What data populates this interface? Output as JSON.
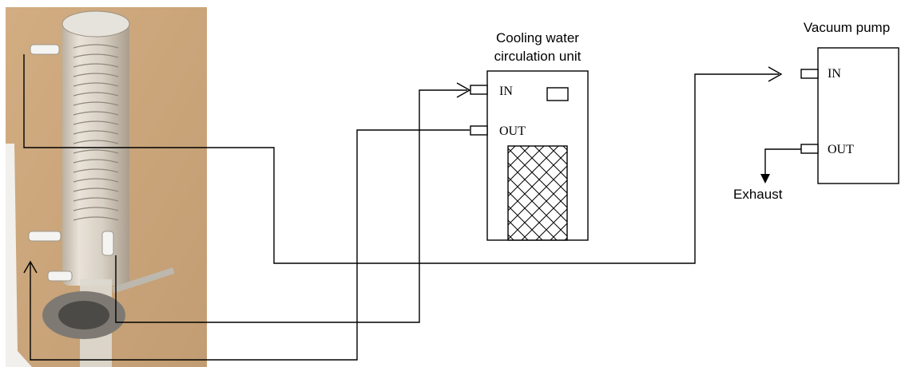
{
  "cooling_unit": {
    "title_line1": "Cooling water",
    "title_line2": "circulation unit",
    "in_label": "IN",
    "out_label": "OUT"
  },
  "vacuum_pump": {
    "title": "Vacuum pump",
    "in_label": "IN",
    "out_label": "OUT"
  },
  "exhaust_label": "Exhaust",
  "colors": {
    "photo_background": "#c9a57c",
    "glass": "#dfe3e0",
    "lines": "#000000"
  }
}
